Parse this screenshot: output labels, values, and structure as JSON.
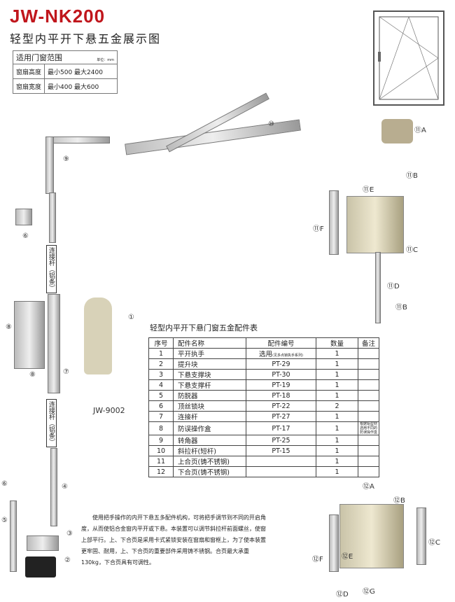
{
  "header": {
    "model": "JW-NK200",
    "subtitle": "轻型内平开下悬五金展示图"
  },
  "range_table": {
    "title": "适用门窗范围",
    "unit": "单位：mm",
    "rows": [
      {
        "label": "窗扇高度",
        "value": "最小500  最大2400"
      },
      {
        "label": "窗扇宽度",
        "value": "最小400  最大600"
      }
    ]
  },
  "handle_model": "JW-9002",
  "connector_label": "连接杆（铝条）",
  "parts_table": {
    "title": "轻型内平开下悬门窗五金配件表",
    "headers": [
      "序号",
      "配件名称",
      "配件编号",
      "数量",
      "备注"
    ],
    "rows": [
      {
        "no": "1",
        "name": "平开执手",
        "code": "选用",
        "code_note": "(见多点锁执手系列)",
        "qty": "1",
        "note": ""
      },
      {
        "no": "2",
        "name": "提升块",
        "code": "PT-29",
        "qty": "1",
        "note": ""
      },
      {
        "no": "3",
        "name": "下悬支撑块",
        "code": "PT-30",
        "qty": "1",
        "note": ""
      },
      {
        "no": "4",
        "name": "下悬支撑杆",
        "code": "PT-19",
        "qty": "1",
        "note": ""
      },
      {
        "no": "5",
        "name": "防脱器",
        "code": "PT-18",
        "qty": "1",
        "note": ""
      },
      {
        "no": "6",
        "name": "顶丝锁块",
        "code": "PT-22",
        "qty": "2",
        "note": ""
      },
      {
        "no": "7",
        "name": "连接杆",
        "code": "PT-27",
        "qty": "1",
        "note": ""
      },
      {
        "no": "8",
        "name": "防误操作盒",
        "code": "PT-17",
        "qty": "1",
        "note": "根据铝型材选用不同的防误操作盒"
      },
      {
        "no": "9",
        "name": "转角器",
        "code": "PT-25",
        "qty": "1",
        "note": ""
      },
      {
        "no": "10",
        "name": "斜拉杆(短杆)",
        "code": "PT-15",
        "qty": "1",
        "note": ""
      },
      {
        "no": "11",
        "name": "上合页(铸不锈钢)",
        "code": "",
        "qty": "1",
        "note": ""
      },
      {
        "no": "12",
        "name": "下合页(铸不锈钢)",
        "code": "",
        "qty": "1",
        "note": ""
      }
    ]
  },
  "description": "使用把手操作的内开下悬五多配件机构，可将把手调节到不同的开启角度，从而使铝合金窗内平开或下悬。本装置可以调节斜拉杆前面螺丝，使窗上部平行。上、下合页是采用卡式紧锁安装在窗扇和窗框上，为了使本装置更牢固、耐用，上、下合页的重要部件采用铸不锈钢。合页最大承重130kg，下合页具有可调性。",
  "callouts": {
    "c1": "①",
    "c2": "②",
    "c3": "③",
    "c4": "④",
    "c5": "⑤",
    "c6": "⑥",
    "c6b": "⑥",
    "c7": "⑦",
    "c8": "⑧",
    "c8b": "⑧",
    "c9": "⑨",
    "c10": "⑩",
    "h11a": "⑪A",
    "h11b": "⑪B",
    "h11e": "⑪E",
    "h11f": "⑪F",
    "h11c": "⑪C",
    "h11d": "⑪D",
    "h11b2": "⑪B",
    "h12a": "⑫A",
    "h12b": "⑫B",
    "h12f": "⑫F",
    "h12e": "⑫E",
    "h12c": "⑫C",
    "h12d": "⑫D",
    "h12g": "⑫G"
  }
}
